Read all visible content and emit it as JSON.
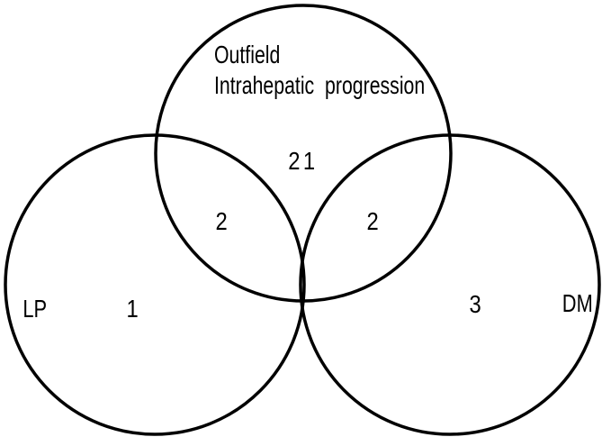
{
  "figure": {
    "colors": {
      "background": "#ffffff",
      "circle_stroke": "#000000",
      "text": "#000000"
    }
  },
  "venn": {
    "type": "venn3",
    "sets": [
      {
        "id": "outfield",
        "label": "Outfield\nIntrahepatic  progression",
        "value": "21"
      },
      {
        "id": "lp",
        "label": "LP",
        "value": "1"
      },
      {
        "id": "dm",
        "label": "DM",
        "value": "3"
      }
    ],
    "overlaps": [
      {
        "between": [
          "outfield",
          "lp"
        ],
        "value": "2"
      },
      {
        "between": [
          "outfield",
          "dm"
        ],
        "value": "2"
      }
    ]
  }
}
